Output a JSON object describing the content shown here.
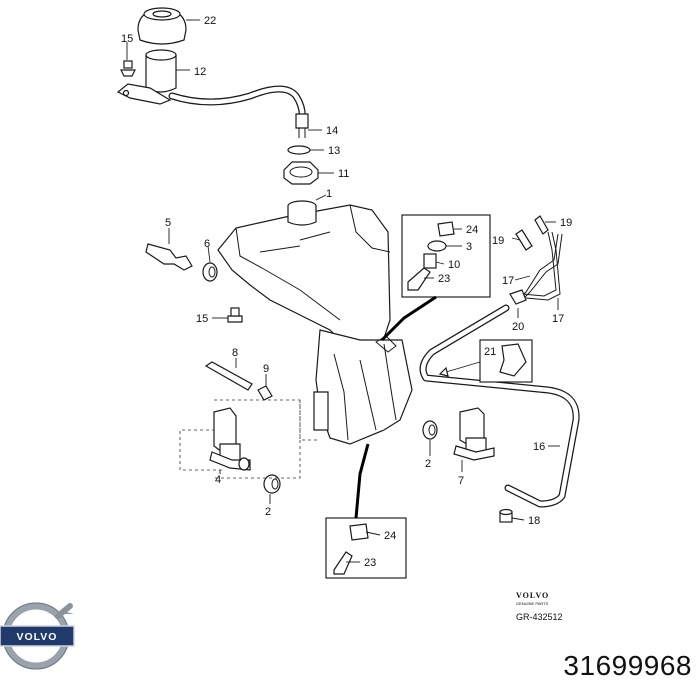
{
  "callouts": [
    "22",
    "15",
    "12",
    "14",
    "13",
    "11",
    "1",
    "5",
    "6",
    "15",
    "24",
    "3",
    "10",
    "23",
    "19",
    "19",
    "17",
    "17",
    "20",
    "21",
    "8",
    "9",
    "4",
    "2",
    "2",
    "7",
    "16",
    "18",
    "24",
    "23"
  ],
  "brand": {
    "name": "VOLVO",
    "subtitle": "GENUINE PARTS",
    "reference": "GR-432512"
  },
  "logo": {
    "text": "VOLVO"
  },
  "part_number": "31699968"
}
